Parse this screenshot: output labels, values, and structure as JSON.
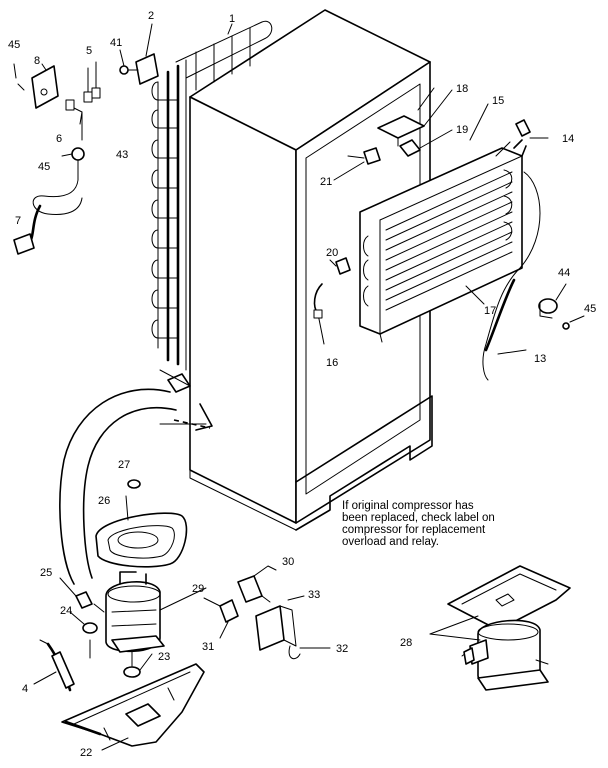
{
  "callouts": [
    "1",
    "2",
    "4",
    "5",
    "6",
    "7",
    "8",
    "13",
    "14",
    "15",
    "16",
    "17",
    "18",
    "19",
    "20",
    "21",
    "22",
    "23",
    "24",
    "25",
    "26",
    "27",
    "28",
    "29",
    "30",
    "31",
    "32",
    "33",
    "41",
    "43",
    "44",
    "45",
    "45",
    "45"
  ],
  "note": {
    "lines": [
      "If original compressor has",
      "been replaced, check label on",
      "compressor for replacement",
      "overload and relay."
    ]
  }
}
